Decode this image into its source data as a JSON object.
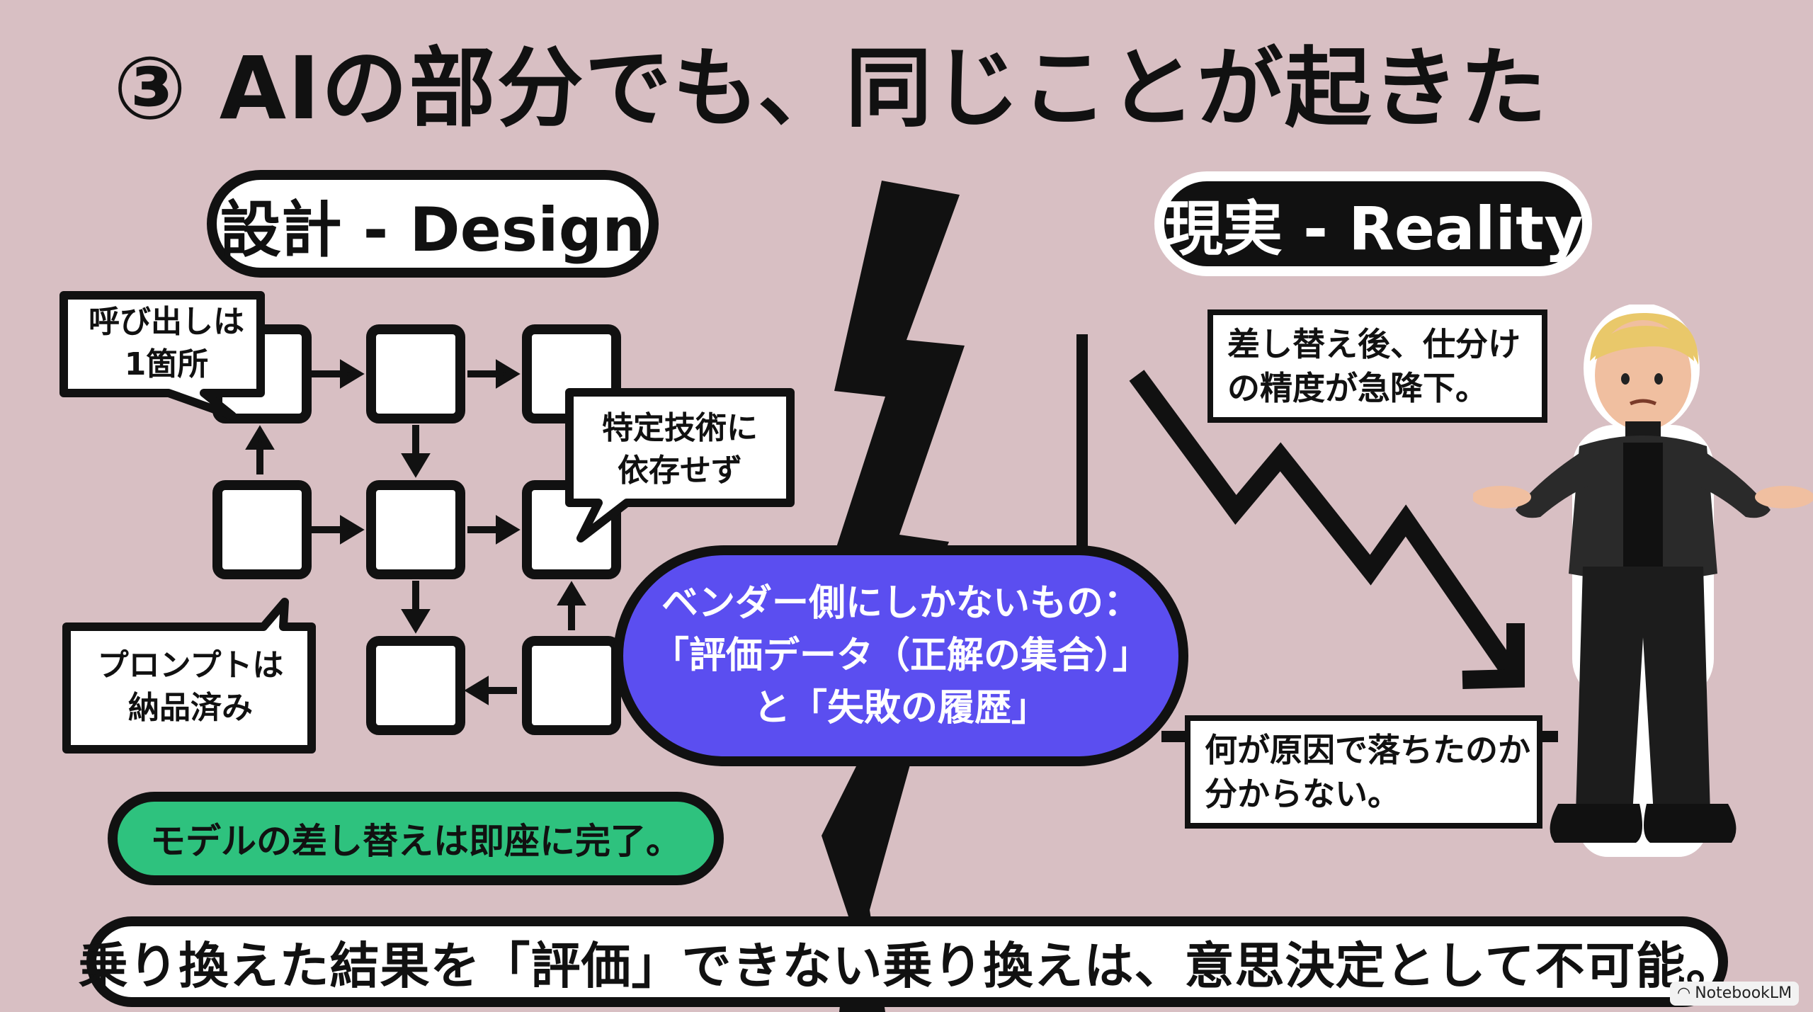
{
  "title": "③ AIの部分でも、同じことが起きた",
  "design": {
    "label": "設計 - Design",
    "bubble_call": [
      "呼び出しは",
      "1箇所"
    ],
    "bubble_tech": [
      "特定技術に",
      "依存せず"
    ],
    "bubble_prompt": [
      "プロンプトは",
      "納品済み"
    ],
    "status": "モデルの差し替えは即座に完了。"
  },
  "center_message": [
    "ベンダー側にしかないもの：",
    "「評価データ（正解の集合）」",
    "と「失敗の履歴」"
  ],
  "reality": {
    "label": "現実 - Reality",
    "note_drop": [
      "差し替え後、仕分け",
      "の精度が急降下。"
    ],
    "note_cause": [
      "何が原因で落ちたのか",
      "分からない。"
    ]
  },
  "conclusion": "乗り換えた結果を「評価」できない乗り換えは、意思決定として不可能。",
  "watermark": "NotebookLM",
  "colors": {
    "background": "#d8bfc3",
    "green": "#2ec27e",
    "violet": "#5b4ef0",
    "ink": "#111111"
  }
}
